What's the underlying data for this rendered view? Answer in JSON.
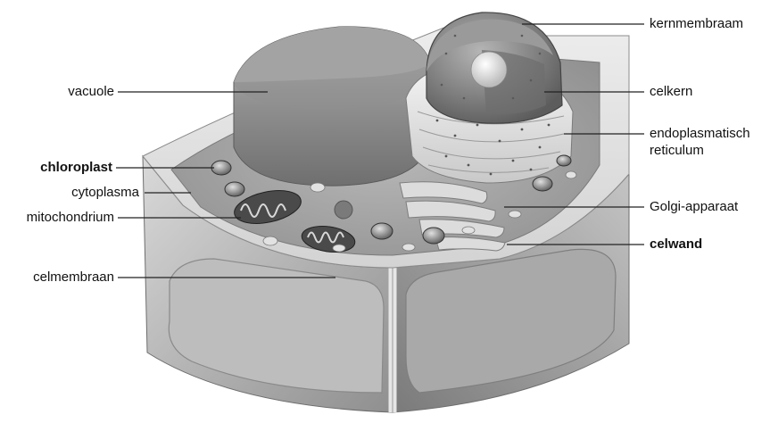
{
  "diagram": {
    "labels": {
      "kernmembraam": "kernmembraam",
      "vacuole": "vacuole",
      "celkern": "celkern",
      "endoplasmatisch_line1": "endoplasmatisch",
      "endoplasmatisch_line2": "reticulum",
      "chloroplast": "chloroplast",
      "cytoplasma": "cytoplasma",
      "mitochondrium": "mitochondrium",
      "golgi": "Golgi-apparaat",
      "celwand": "celwand",
      "celmembraan": "celmembraan"
    },
    "bold_labels": [
      "chloroplast",
      "celwand"
    ],
    "colors": {
      "wall_light": "#e6e6e6",
      "wall_mid": "#c8c8c8",
      "wall_dark": "#8c8c8c",
      "cytoplasm": "#a9a9a9",
      "vacuole": "#9a9a9a",
      "nucleus": "#7d7d7d",
      "leader_line": "#222222"
    }
  }
}
